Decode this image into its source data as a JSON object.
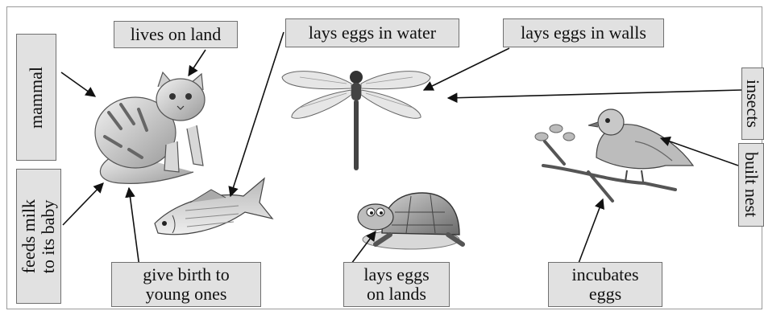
{
  "labels": {
    "lives_on_land": "lives on land",
    "mammal": "mammal",
    "feeds_milk_line1": "feeds milk",
    "feeds_milk_line2": "to its baby",
    "give_birth_line1": "give birth to",
    "give_birth_line2": "young ones",
    "lays_eggs_water": "lays eggs in water",
    "lays_eggs_walls": "lays eggs in walls",
    "insects": "insects",
    "built_nest": "built nest",
    "lays_eggs_lands_line1": "lays eggs",
    "lays_eggs_lands_line2": "on lands",
    "incubates_line1": "incubates",
    "incubates_line2": "eggs"
  },
  "illustrations": [
    "cat-image",
    "fish-image",
    "dragonfly-image",
    "turtle-image",
    "bird-image"
  ],
  "colors": {
    "label_fill": "#e1e1e1",
    "label_border": "#707070",
    "frame": "#9a9a9a",
    "arrow": "#111111"
  }
}
